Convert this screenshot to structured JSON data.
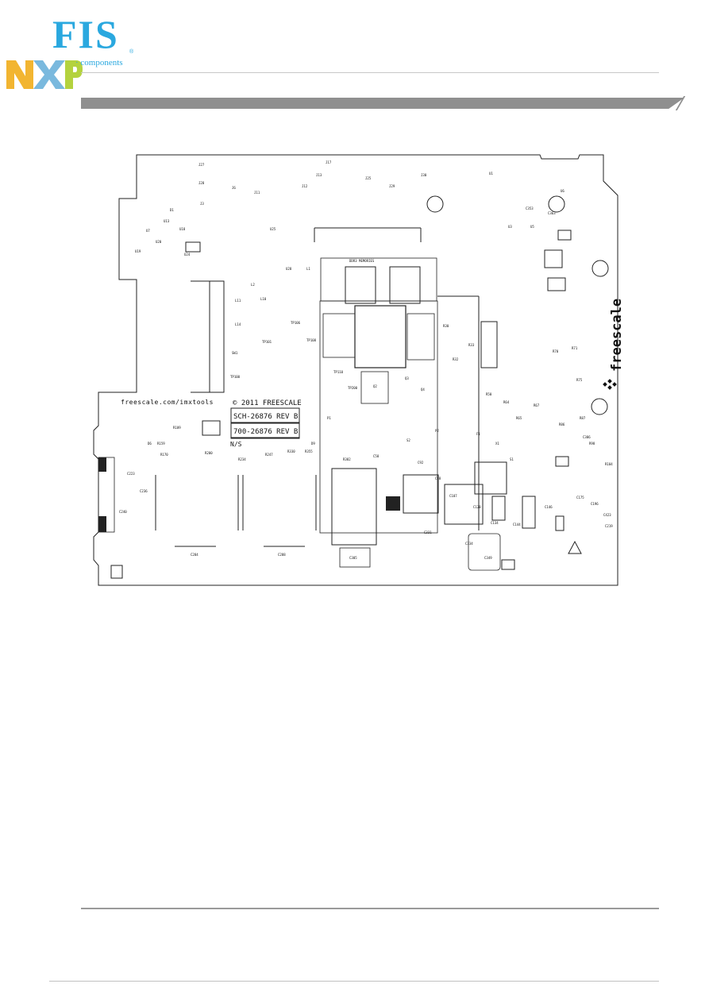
{
  "header": {
    "fis_logo_text": "FIS",
    "fis_registered": "®",
    "fis_subtitle": "components",
    "nxp_logo_text": "NXP",
    "colors": {
      "fis_blue": "#2aa8df",
      "nxp_yellow": "#f2b531",
      "nxp_blue": "#7ab9de",
      "nxp_green": "#b4d23e",
      "bar_gray": "#8f8f8f"
    }
  },
  "board": {
    "copyright": "© 2011 FREESCALE",
    "schematic_id": "SCH-26876 REV B",
    "fab_id": "700-26876 REV B",
    "ns_label": "N/S",
    "url": "freescale.com/imxtools",
    "brand": "freescale",
    "ddr_label": "DDR3 MEMORIES",
    "labels": [
      "J27",
      "J28",
      "J3",
      "J6",
      "J11",
      "J12",
      "J13",
      "J17",
      "J25",
      "J29",
      "J30",
      "U1",
      "U3",
      "U5",
      "U6",
      "U7",
      "U13",
      "U18",
      "U19",
      "U20",
      "U24",
      "U25",
      "U28",
      "L1",
      "L2",
      "L10",
      "L11",
      "L14",
      "SW1",
      "TP100",
      "TP101",
      "TP106",
      "TP108",
      "TP110",
      "TP200",
      "Q2",
      "Q3",
      "Q4",
      "R30",
      "R32",
      "R33",
      "R50",
      "R64",
      "R65",
      "R67",
      "R70",
      "R71",
      "R75",
      "R86",
      "R87",
      "R98",
      "R104",
      "R109",
      "R159",
      "R170",
      "R200",
      "R234",
      "R247",
      "R330",
      "R355",
      "R382",
      "C58",
      "C92",
      "C98",
      "C107",
      "C128",
      "C134",
      "C144",
      "C146",
      "C175",
      "C196",
      "C219",
      "C223",
      "C236",
      "C240",
      "C284",
      "C288",
      "C305",
      "C331",
      "C334",
      "C349",
      "C353",
      "C363",
      "C386",
      "C423",
      "D1",
      "D6",
      "D9",
      "P1",
      "P2",
      "F1",
      "X1",
      "S1",
      "S2"
    ]
  }
}
